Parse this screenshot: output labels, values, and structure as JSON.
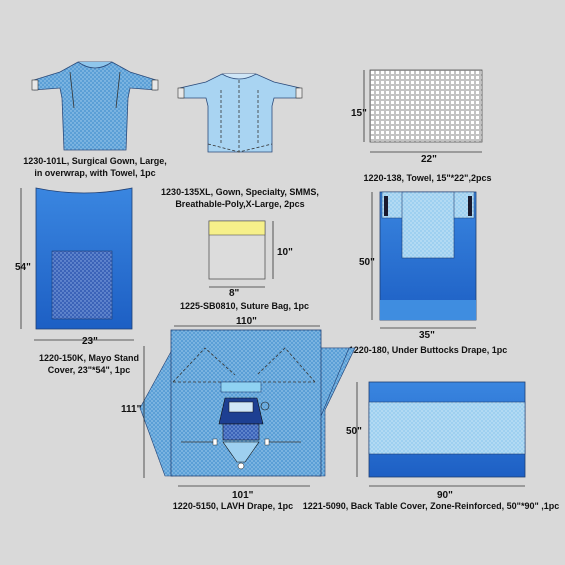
{
  "items": [
    {
      "id": "gown-large",
      "caption": [
        "1230-101L, Surgical Gown, Large,",
        "in overwrap, with Towel, 1pc"
      ]
    },
    {
      "id": "gown-xl",
      "caption": [
        "1230-135XL, Gown, Specialty, SMMS,",
        "Breathable-Poly,X-Large, 2pcs"
      ]
    },
    {
      "id": "towel",
      "caption": [
        "1220-138, Towel, 15\"*22\",2pcs"
      ],
      "dims": {
        "h": "15\"",
        "w": "22\""
      }
    },
    {
      "id": "mayo",
      "caption": [
        "1220-150K, Mayo Stand",
        "Cover, 23\"*54\", 1pc"
      ],
      "dims": {
        "h": "54\"",
        "w": "23\""
      }
    },
    {
      "id": "suture",
      "caption": [
        "1225-SB0810, Suture Bag, 1pc"
      ],
      "dims": {
        "h": "10\"",
        "w": "8\""
      }
    },
    {
      "id": "buttocks",
      "caption": [
        "1220-180, Under Buttocks Drape, 1pc"
      ],
      "dims": {
        "h": "50\"",
        "w": "35\""
      }
    },
    {
      "id": "lavh",
      "caption": [
        "1220-5150, LAVH Drape, 1pc"
      ],
      "dims": {
        "top": "110\"",
        "h": "111\"",
        "bottom": "101\""
      }
    },
    {
      "id": "table",
      "caption": [
        "1221-5090, Back Table Cover, Zone-Reinforced, 50\"*90\" ,1pc"
      ],
      "dims": {
        "h": "50\"",
        "w": "90\""
      }
    }
  ]
}
